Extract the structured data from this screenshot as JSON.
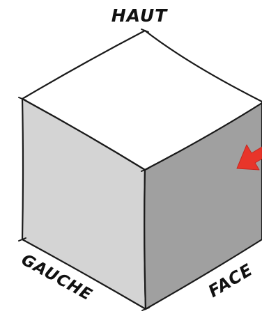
{
  "labels": {
    "top": "HAUT",
    "left": "GAUCHE",
    "front": "FACE"
  },
  "colors": {
    "top_face": "#ffffff",
    "left_face": "#d4d4d4",
    "front_face": "#a0a0a0",
    "edge": "#1a1a1a",
    "arrow": "#e8352a"
  },
  "icons": {
    "arrow": "red-arrow-icon"
  }
}
